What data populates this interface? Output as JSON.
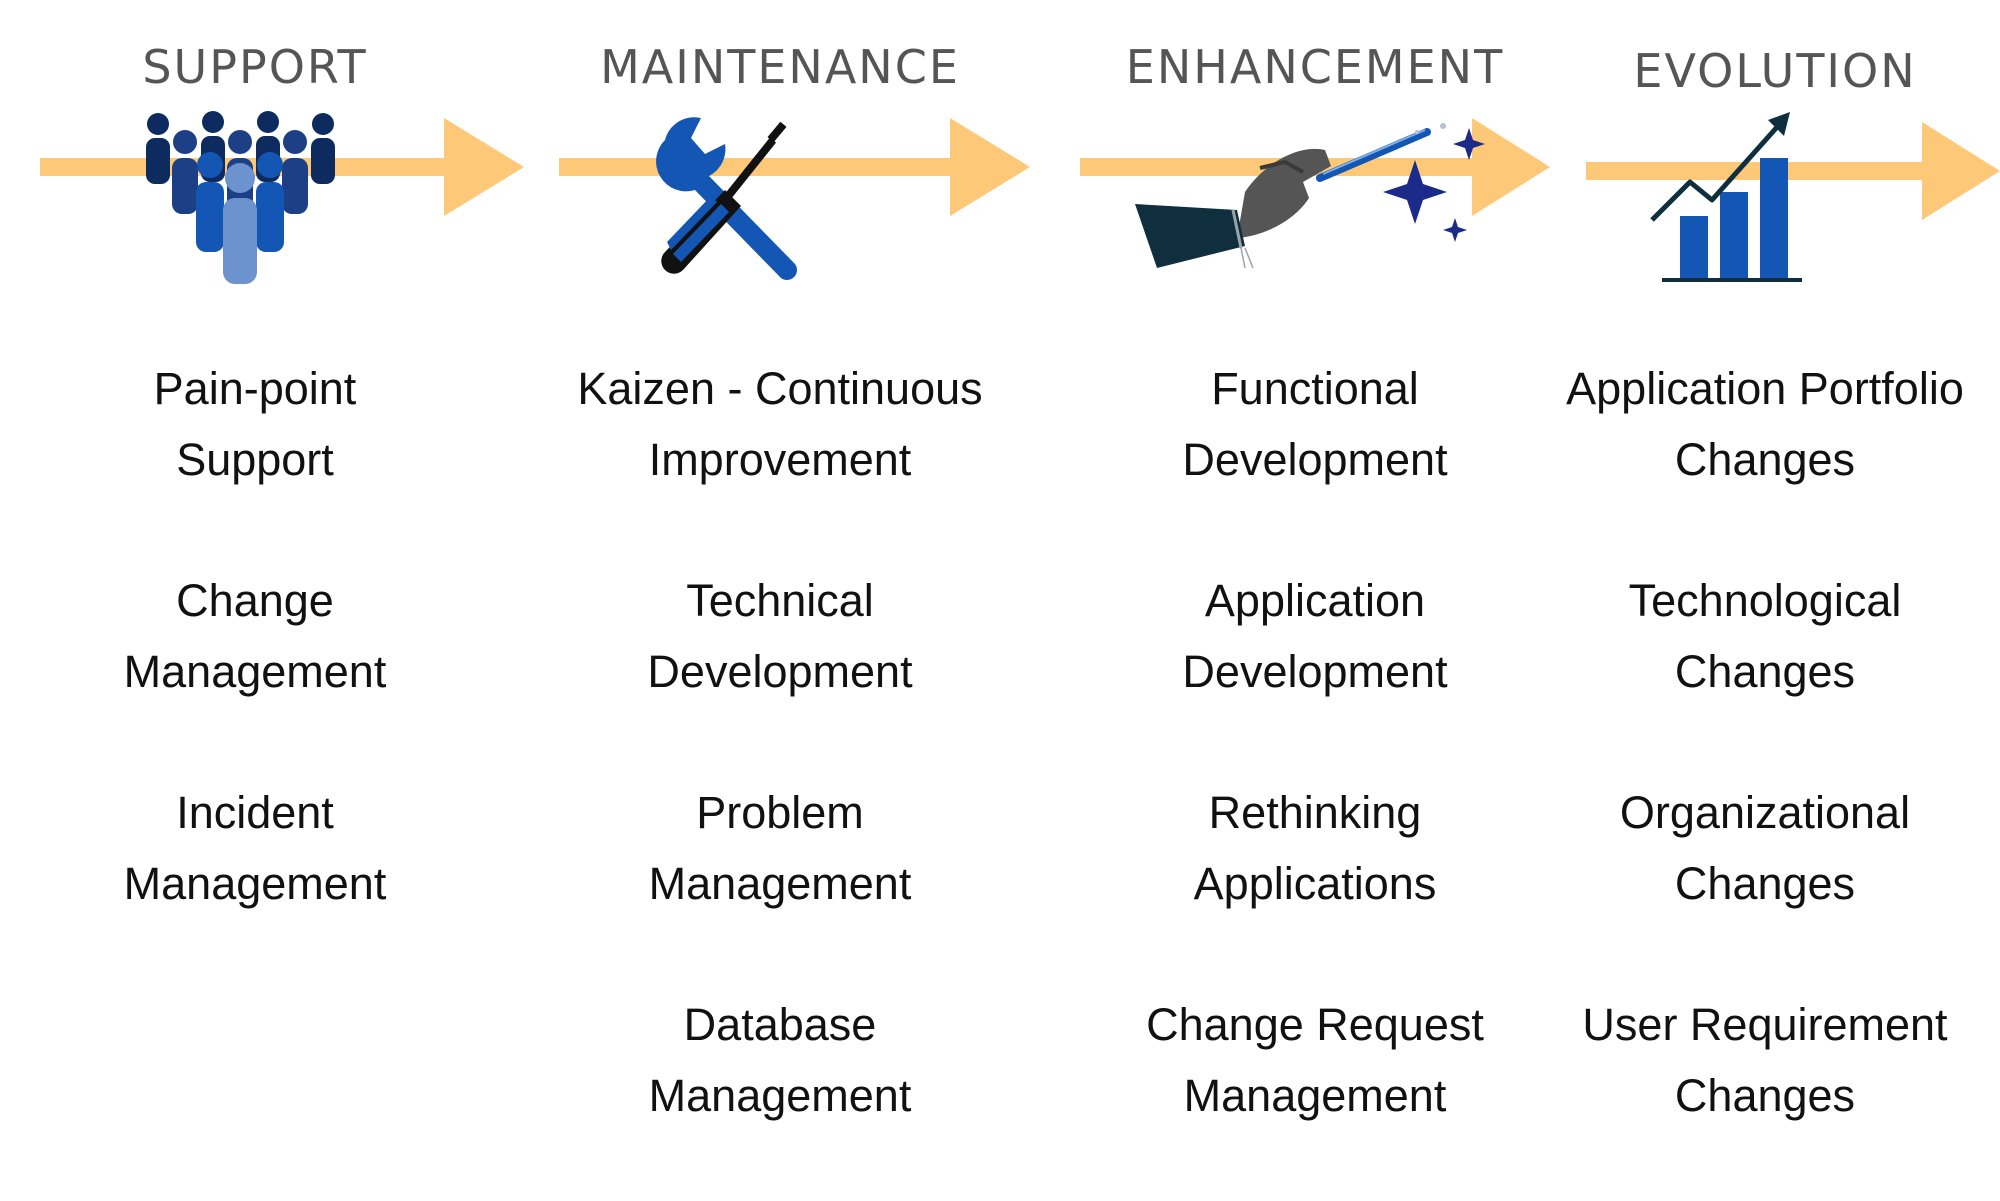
{
  "colors": {
    "arrow": "#fdc878",
    "navy": "#0d2b5e",
    "blue": "#1456b4",
    "light_blue": "#6d93cf",
    "title_gray": "#555555",
    "text": "#111111"
  },
  "stages": [
    {
      "title": "SUPPORT",
      "icon": "people-group-icon",
      "items": [
        "Pain-point\nSupport",
        "Change\nManagement",
        "Incident\nManagement"
      ]
    },
    {
      "title": "MAINTENANCE",
      "icon": "wrench-screwdriver-icon",
      "items": [
        "Kaizen - Continuous\nImprovement",
        "Technical\nDevelopment",
        "Problem\nManagement",
        "Database\nManagement"
      ]
    },
    {
      "title": "ENHANCEMENT",
      "icon": "magic-wand-icon",
      "items": [
        "Functional\nDevelopment",
        "Application\nDevelopment",
        "Rethinking\nApplications",
        "Change Request\nManagement"
      ]
    },
    {
      "title": "EVOLUTION",
      "icon": "growth-bar-chart-icon",
      "items": [
        "Application Portfolio\nChanges",
        "Technological\nChanges",
        "Organizational\nChanges",
        "User Requirement\nChanges"
      ]
    }
  ]
}
